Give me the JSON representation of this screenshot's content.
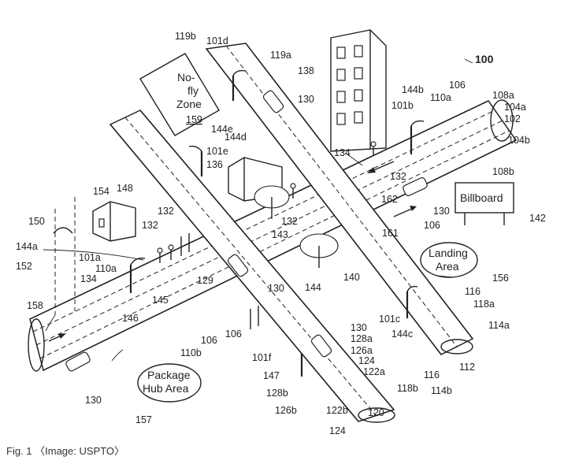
{
  "figure": {
    "caption": "Fig. 1 〈Image: USPTO〉",
    "system_ref": "100",
    "zones": {
      "no_fly": [
        "No-",
        "fly",
        "Zone"
      ],
      "no_fly_ref": "159",
      "landing": [
        "Landing",
        "Area"
      ],
      "package_hub": [
        "Package",
        "Hub Area"
      ],
      "billboard": "Billboard"
    },
    "labels": [
      {
        "id": "119b",
        "t": "119b"
      },
      {
        "id": "101d",
        "t": "101d"
      },
      {
        "id": "119a",
        "t": "119a"
      },
      {
        "id": "138",
        "t": "138"
      },
      {
        "id": "130a",
        "t": "130"
      },
      {
        "id": "144b",
        "t": "144b"
      },
      {
        "id": "106a",
        "t": "106"
      },
      {
        "id": "108a",
        "t": "108a"
      },
      {
        "id": "110a",
        "t": "110a"
      },
      {
        "id": "104a",
        "t": "104a"
      },
      {
        "id": "101b",
        "t": "101b"
      },
      {
        "id": "102",
        "t": "102"
      },
      {
        "id": "144d",
        "t": "144d"
      },
      {
        "id": "144e",
        "t": "144e"
      },
      {
        "id": "101e",
        "t": "101e"
      },
      {
        "id": "104b",
        "t": "104b"
      },
      {
        "id": "134a",
        "t": "134"
      },
      {
        "id": "136",
        "t": "136"
      },
      {
        "id": "108b",
        "t": "108b"
      },
      {
        "id": "132a",
        "t": "132"
      },
      {
        "id": "162",
        "t": "162"
      },
      {
        "id": "130b",
        "t": "130"
      },
      {
        "id": "142",
        "t": "142"
      },
      {
        "id": "154",
        "t": "154"
      },
      {
        "id": "148",
        "t": "148"
      },
      {
        "id": "150",
        "t": "150"
      },
      {
        "id": "132b",
        "t": "132"
      },
      {
        "id": "132c",
        "t": "132"
      },
      {
        "id": "132d",
        "t": "132"
      },
      {
        "id": "161",
        "t": "161"
      },
      {
        "id": "106b",
        "t": "106"
      },
      {
        "id": "143",
        "t": "143"
      },
      {
        "id": "144a",
        "t": "144a"
      },
      {
        "id": "101a",
        "t": "101a"
      },
      {
        "id": "110c",
        "t": "110a"
      },
      {
        "id": "152",
        "t": "152"
      },
      {
        "id": "129",
        "t": "129"
      },
      {
        "id": "144",
        "t": "144"
      },
      {
        "id": "140",
        "t": "140"
      },
      {
        "id": "156",
        "t": "156"
      },
      {
        "id": "134b",
        "t": "134"
      },
      {
        "id": "145",
        "t": "145"
      },
      {
        "id": "130c",
        "t": "130"
      },
      {
        "id": "116a",
        "t": "116"
      },
      {
        "id": "118a",
        "t": "118a"
      },
      {
        "id": "158",
        "t": "158"
      },
      {
        "id": "146",
        "t": "146"
      },
      {
        "id": "101c",
        "t": "101c"
      },
      {
        "id": "114a",
        "t": "114a"
      },
      {
        "id": "106c",
        "t": "106"
      },
      {
        "id": "106d",
        "t": "106"
      },
      {
        "id": "130d",
        "t": "130"
      },
      {
        "id": "128a",
        "t": "128a"
      },
      {
        "id": "144c",
        "t": "144c"
      },
      {
        "id": "126a",
        "t": "126a"
      },
      {
        "id": "110b",
        "t": "110b"
      },
      {
        "id": "101f",
        "t": "101f"
      },
      {
        "id": "124a",
        "t": "124"
      },
      {
        "id": "122a",
        "t": "122a"
      },
      {
        "id": "116b",
        "t": "116"
      },
      {
        "id": "112",
        "t": "112"
      },
      {
        "id": "147",
        "t": "147"
      },
      {
        "id": "118b",
        "t": "118b"
      },
      {
        "id": "114b",
        "t": "114b"
      },
      {
        "id": "130e",
        "t": "130"
      },
      {
        "id": "128b",
        "t": "128b"
      },
      {
        "id": "157",
        "t": "157"
      },
      {
        "id": "126b",
        "t": "126b"
      },
      {
        "id": "122b",
        "t": "122b"
      },
      {
        "id": "120",
        "t": "120"
      },
      {
        "id": "124b",
        "t": "124"
      }
    ]
  }
}
